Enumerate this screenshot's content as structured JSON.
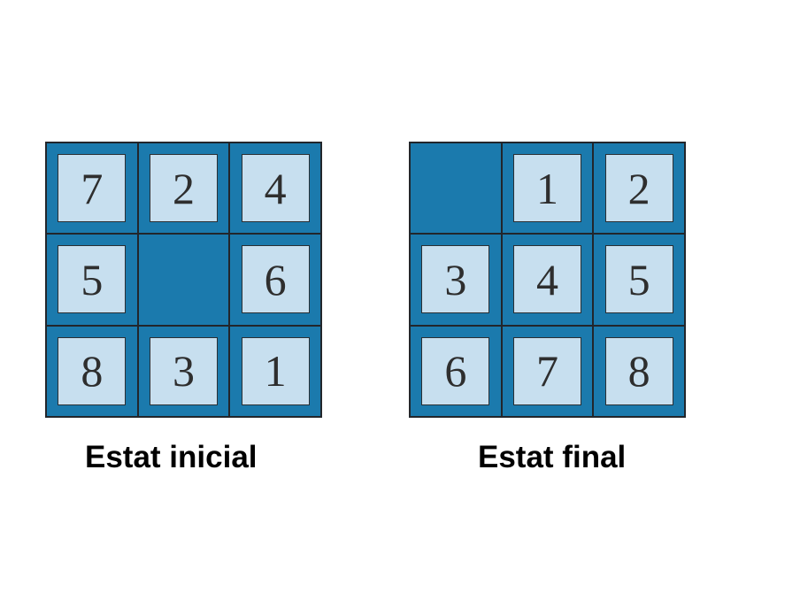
{
  "figure": {
    "type": "eight-puzzle-states"
  },
  "colors": {
    "board_bg": "#1b7aad",
    "tile_bg": "#c7dfef",
    "grid_line": "#22262b",
    "tile_border": "#2b2f33",
    "digit_color": "#2e2e2e",
    "label_color": "#000000",
    "page_bg": "#ffffff"
  },
  "boards": [
    {
      "id": "initial",
      "label": "Estat inicial",
      "cells": [
        "7",
        "2",
        "4",
        "5",
        "",
        "6",
        "8",
        "3",
        "1"
      ]
    },
    {
      "id": "final",
      "label": "Estat final",
      "cells": [
        "",
        "1",
        "2",
        "3",
        "4",
        "5",
        "6",
        "7",
        "8"
      ]
    }
  ]
}
